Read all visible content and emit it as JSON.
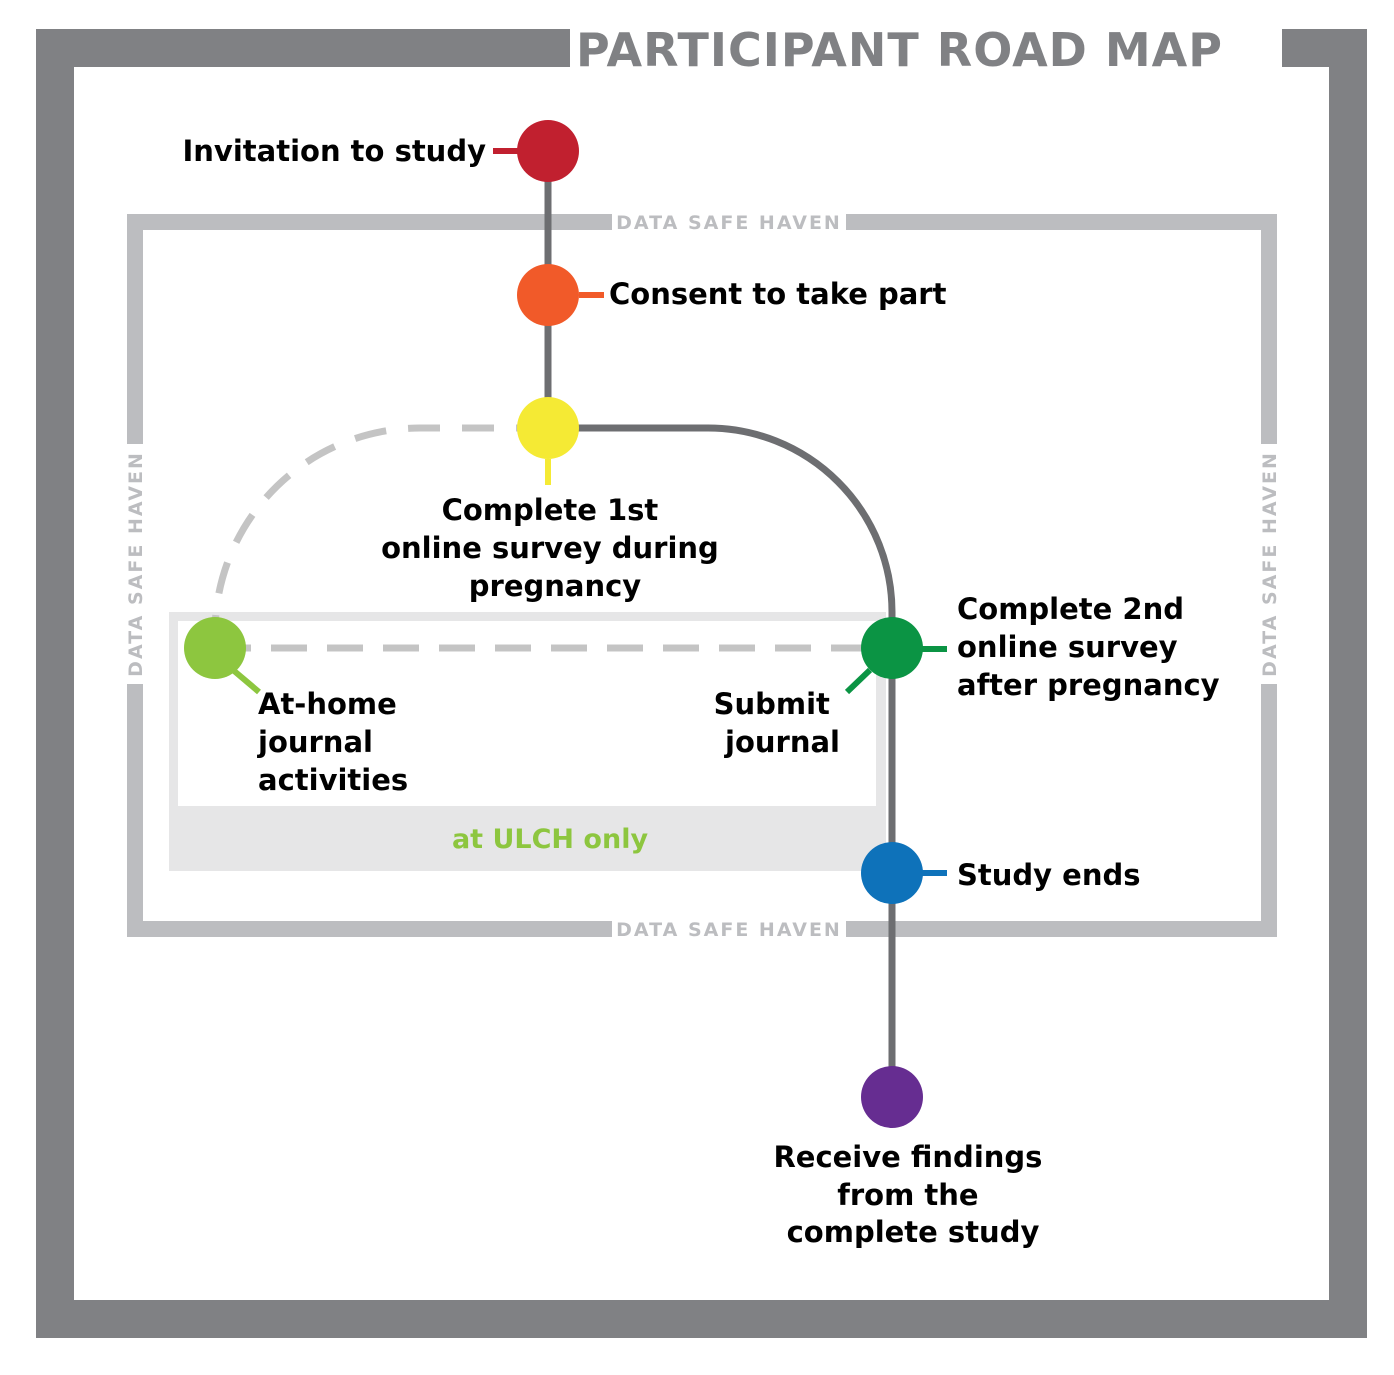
{
  "title": "PARTICIPANT ROAD MAP",
  "data_safe_haven": {
    "top": "DATA SAFE HAVEN",
    "bottom": "DATA SAFE HAVEN",
    "left": "DATA SAFE HAVEN",
    "right": "DATA SAFE HAVEN"
  },
  "ulch_note": "at ULCH only",
  "colors": {
    "frame": "#808184",
    "haven": "#bcbdc0",
    "route": "#6d6e71",
    "dashed": "#c4c4c4",
    "panel": "#e6e6e7",
    "ulch_text": "#8dc63f"
  },
  "stops": [
    {
      "id": "invitation",
      "color": "#c1202f",
      "lines": [
        "Invitation to study"
      ]
    },
    {
      "id": "consent",
      "color": "#f15a29",
      "lines": [
        "Consent to take part"
      ]
    },
    {
      "id": "survey1",
      "color": "#f5ea34",
      "lines": [
        "Complete 1st",
        "online survey during",
        "pregnancy"
      ]
    },
    {
      "id": "journal-activities",
      "color": "#8dc63f",
      "lines": [
        "At-home",
        "journal",
        "activities"
      ]
    },
    {
      "id": "survey2",
      "color": "#0b9444",
      "lines": [
        "Complete 2nd",
        "online survey",
        "after pregnancy"
      ]
    },
    {
      "id": "submit-journal",
      "color": "#0b9444",
      "lines": [
        "Submit",
        "journal"
      ]
    },
    {
      "id": "study-ends",
      "color": "#0e72ba",
      "lines": [
        "Study ends"
      ]
    },
    {
      "id": "findings",
      "color": "#662d91",
      "lines": [
        "Receive findings",
        "from the",
        "complete study"
      ]
    }
  ]
}
